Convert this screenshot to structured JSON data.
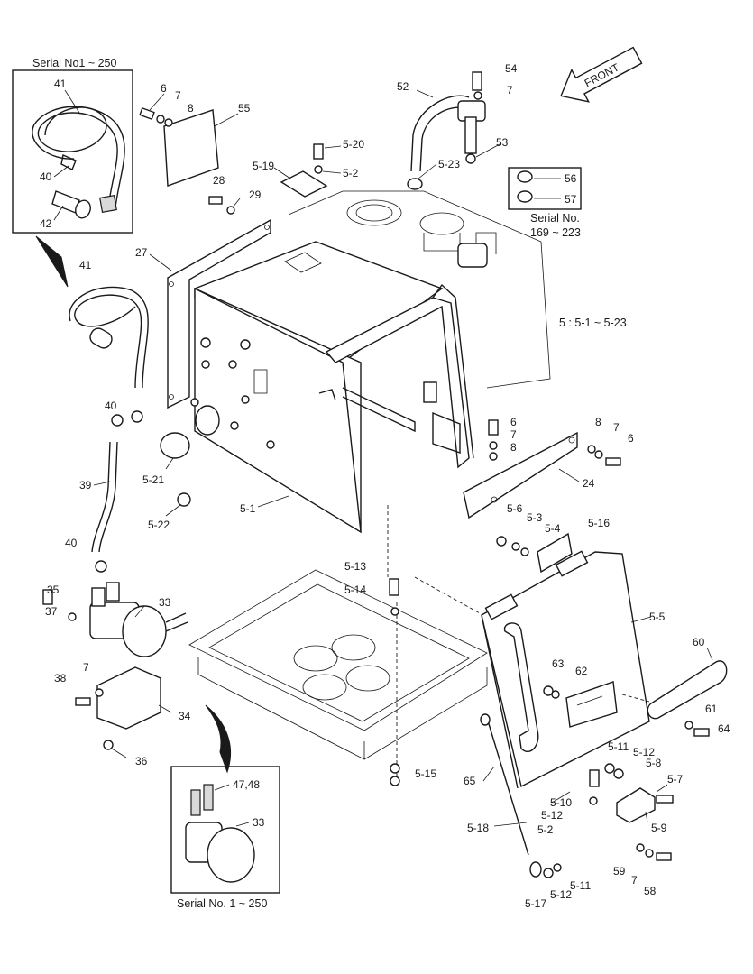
{
  "front_label": "FRONT",
  "inset_top": {
    "serial": "Serial No1 ~ 250",
    "labels": [
      "41",
      "40",
      "42"
    ]
  },
  "inset_bottom": {
    "serial": "Serial No. 1 ~ 250",
    "labels": [
      "47,48",
      "33"
    ]
  },
  "inset_right": {
    "serial_line1": "Serial No.",
    "serial_line2": "169 ~ 223",
    "labels": [
      "56",
      "57"
    ]
  },
  "group_note": "5 : 5-1 ~ 5-23",
  "part_labels": [
    "6",
    "7",
    "8",
    "55",
    "5-20",
    "5-19",
    "5-2",
    "52",
    "54",
    "7",
    "53",
    "5-23",
    "28",
    "29",
    "27",
    "41",
    "40",
    "5-21",
    "5-22",
    "5-1",
    "39",
    "40",
    "35",
    "37",
    "33",
    "38",
    "7",
    "34",
    "36",
    "6",
    "7",
    "8",
    "24",
    "8",
    "7",
    "6",
    "5-6",
    "5-3",
    "5-4",
    "5-16",
    "5-13",
    "5-14",
    "5-15",
    "5-5",
    "60",
    "63",
    "62",
    "61",
    "64",
    "65",
    "5-18",
    "5-11",
    "5-12",
    "5-8",
    "5-7",
    "5-10",
    "5-12",
    "5-2",
    "5-9",
    "59",
    "7",
    "58",
    "5-17",
    "5-12",
    "5-11"
  ]
}
